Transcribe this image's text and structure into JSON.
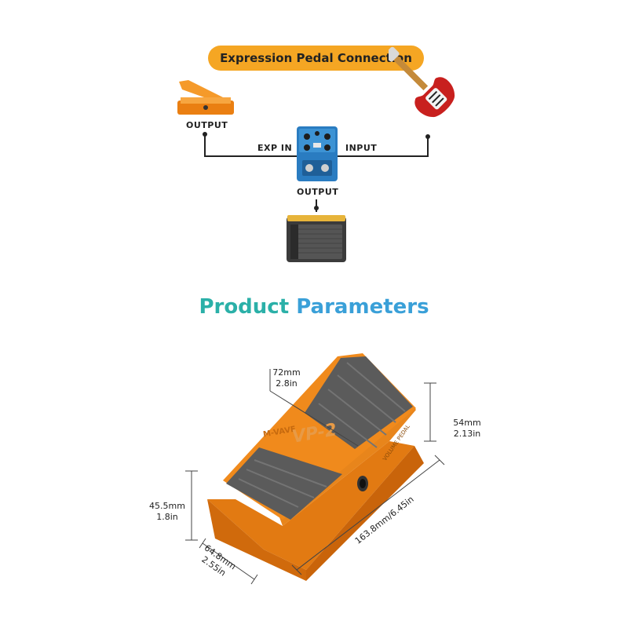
{
  "connection": {
    "title": "Expression Pedal Connection",
    "pedal_output_label": "OUTPUT",
    "exp_in_label": "EXP IN",
    "input_label": "INPUT",
    "effect_output_label": "OUTPUT",
    "icons": [
      "expression-pedal-icon",
      "guitar-icon",
      "effect-pedal-icon",
      "amplifier-icon"
    ]
  },
  "product": {
    "title_part1": "Product ",
    "title_part2": "Parameters",
    "brand": "M-VAVE",
    "model": "VP-2",
    "side_text": "VOLUME PEDAL",
    "dimensions": {
      "width_top": {
        "mm": "72mm",
        "in": "2.8in"
      },
      "height_back": {
        "mm": "54mm",
        "in": "2.13in"
      },
      "height_front": {
        "mm": "45.5mm",
        "in": "1.8in"
      },
      "width_bottom": {
        "mm": "64.8mm",
        "in": "2.55in"
      },
      "length": {
        "value": "163.8mm/6.45in"
      }
    }
  },
  "colors": {
    "accent": "#f5a623",
    "orange_body": "#f08a1c",
    "tread": "#5b5b5b",
    "title_teal": "#2aa3b8"
  }
}
